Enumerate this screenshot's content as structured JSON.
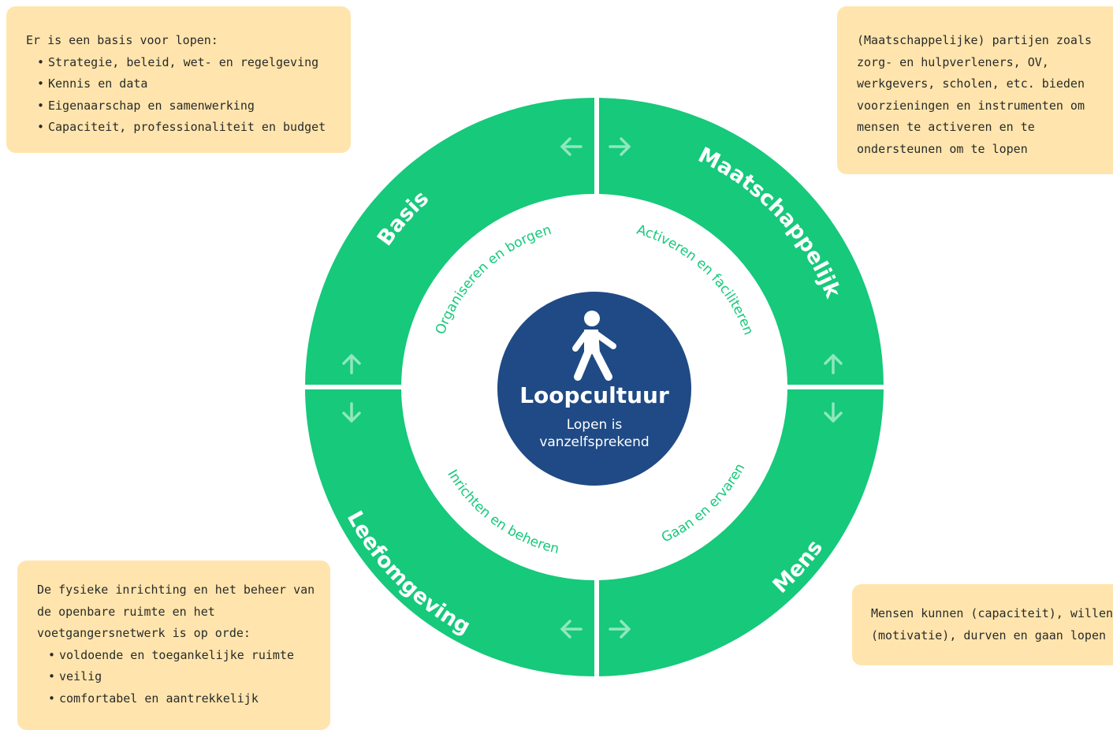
{
  "center": {
    "title": "Loopcultuur",
    "subtitle_line1": "Lopen is",
    "subtitle_line2": "vanzelfsprekend",
    "icon": "walking-person-icon"
  },
  "quadrants": {
    "basis": {
      "outer_label": "Basis",
      "inner_label": "Organiseren en borgen"
    },
    "maatschappelijk": {
      "outer_label": "Maatschappelijk",
      "inner_label": "Activeren en faciliteren"
    },
    "mens": {
      "outer_label": "Mens",
      "inner_label": "Gaan en ervaren"
    },
    "leefomgeving": {
      "outer_label": "Leefomgeving",
      "inner_label": "Inrichten en beheren"
    }
  },
  "boxes": {
    "basis": {
      "intro": "Er is een basis voor lopen:",
      "items": [
        "Strategie, beleid, wet- en regelgeving",
        "Kennis en data",
        "Eigenaarschap en samenwerking",
        "Capaciteit, professionaliteit en budget"
      ]
    },
    "maatschappelijk": {
      "lines": [
        "(Maatschappelijke) partijen zoals",
        "zorg- en hulpverleners, OV,",
        "werkgevers, scholen, etc. bieden",
        "voorzieningen en instrumenten om",
        "mensen te activeren en te",
        "ondersteunen om te lopen"
      ]
    },
    "leefomgeving": {
      "lines": [
        "De fysieke inrichting en het beheer van",
        "de openbare ruimte en het",
        "voetgangersnetwerk is op orde:"
      ],
      "items": [
        "voldoende en toegankelijke ruimte",
        "veilig",
        "comfortabel en aantrekkelijk"
      ]
    },
    "mens": {
      "lines": [
        "Mensen kunnen (capaciteit), willen",
        "(motivatie), durven en gaan lopen"
      ]
    }
  },
  "colors": {
    "ring": "#16c97b",
    "center": "#1f4a85",
    "box": "#ffe5ad",
    "arrow": "#8fe8bd",
    "inner_text": "#16c97b"
  },
  "arrows": [
    "arrow-left-icon",
    "arrow-right-icon",
    "arrow-up-icon",
    "arrow-down-icon"
  ]
}
